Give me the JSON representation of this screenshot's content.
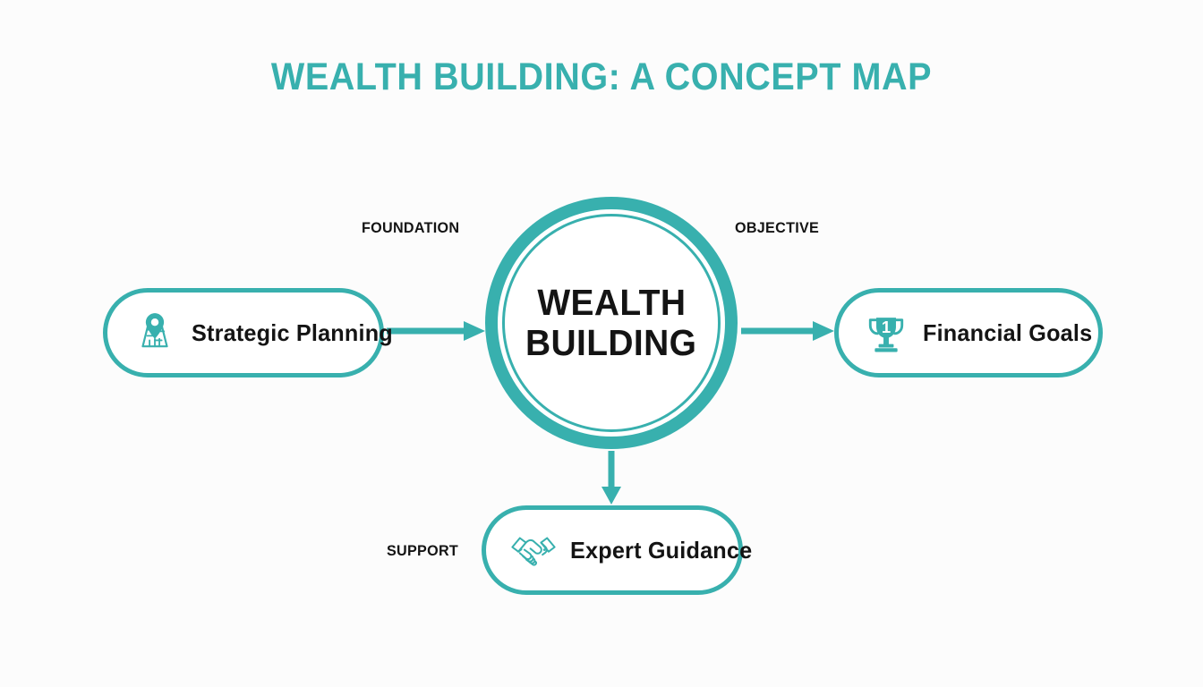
{
  "page": {
    "title": "WEALTH BUILDING: A CONCEPT MAP",
    "background_color": "#fcfcfc",
    "accent_color": "#38b0ae",
    "text_color": "#141414"
  },
  "center_node": {
    "name": "wealth-building",
    "line1": "WEALTH",
    "line2": "BUILDING"
  },
  "nodes": [
    {
      "id": "strategic-planning",
      "label": "Strategic Planning",
      "icon": "map-pin-icon",
      "relation_label": "FOUNDATION",
      "position": "left"
    },
    {
      "id": "financial-goals",
      "label": "Financial Goals",
      "icon": "trophy-icon",
      "icon_text": "1",
      "relation_label": "OBJECTIVE",
      "position": "right"
    },
    {
      "id": "expert-guidance",
      "label": "Expert Guidance",
      "icon": "handshake-icon",
      "relation_label": "SUPPORT",
      "position": "bottom"
    }
  ],
  "edges": [
    {
      "id": "foundation-edge",
      "from": "strategic-planning",
      "to": "wealth-building",
      "label": "FOUNDATION",
      "direction": "right"
    },
    {
      "id": "objective-edge",
      "from": "wealth-building",
      "to": "financial-goals",
      "label": "OBJECTIVE",
      "direction": "right"
    },
    {
      "id": "support-edge",
      "from": "wealth-building",
      "to": "expert-guidance",
      "label": "SUPPORT",
      "direction": "down"
    }
  ]
}
